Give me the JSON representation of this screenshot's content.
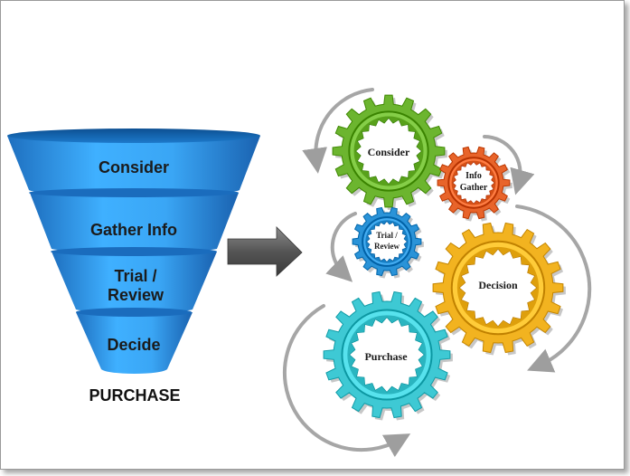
{
  "funnel": {
    "stages": [
      {
        "line1": "Consider",
        "line2": ""
      },
      {
        "line1": "Gather Info",
        "line2": ""
      },
      {
        "line1": "Trial /",
        "line2": "Review"
      },
      {
        "line1": "Decide",
        "line2": ""
      }
    ],
    "bottom_label": "PURCHASE"
  },
  "gears": {
    "consider": {
      "line1": "Consider",
      "line2": ""
    },
    "info_gather": {
      "line1": "Info",
      "line2": "Gather"
    },
    "trial_review": {
      "line1": "Trial /",
      "line2": "Review"
    },
    "decision": {
      "line1": "Decision",
      "line2": ""
    },
    "purchase": {
      "line1": "Purchase",
      "line2": ""
    }
  },
  "colors": {
    "funnel_blue": "#2f9ae8",
    "gear_green": "#6cb52f",
    "gear_orange": "#e8642a",
    "gear_blue": "#2a93d8",
    "gear_yellow": "#f2b320",
    "gear_teal": "#3ec9d4",
    "arrow_gray": "#555555"
  }
}
